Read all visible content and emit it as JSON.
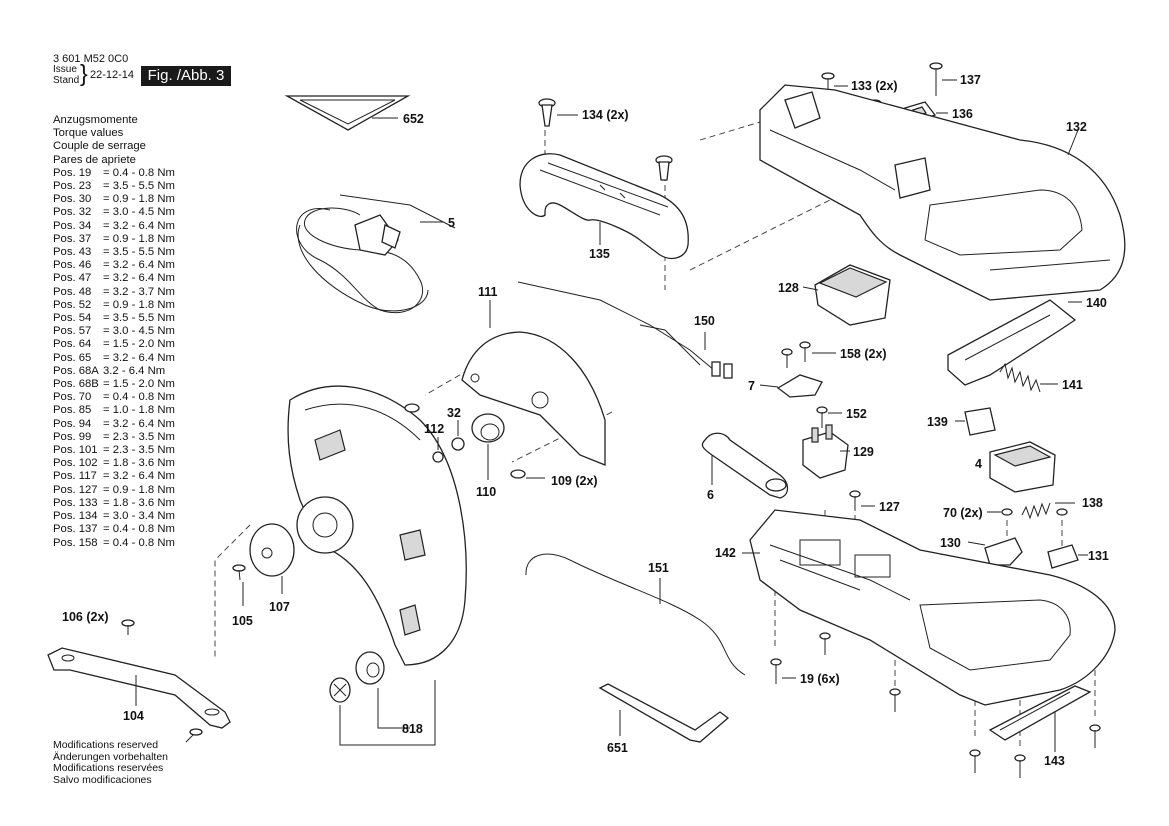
{
  "header": {
    "doc_code": "3 601 M52 0C0",
    "issue_line1": "Issue",
    "issue_line2": "Stand",
    "issue_date": "22-12-14",
    "figure": "Fig. /Abb. 3"
  },
  "torque": {
    "headings": [
      "Anzugsmomente",
      "Torque values",
      "Couple de serrage",
      "Pares de apriete"
    ],
    "rows": [
      {
        "pos": "Pos. 19",
        "value": "= 0.4 - 0.8 Nm"
      },
      {
        "pos": "Pos. 23",
        "value": "= 3.5 - 5.5 Nm"
      },
      {
        "pos": "Pos. 30",
        "value": "= 0.9 - 1.8 Nm"
      },
      {
        "pos": "Pos. 32",
        "value": "= 3.0 - 4.5 Nm"
      },
      {
        "pos": "Pos. 34",
        "value": "= 3.2 - 6.4 Nm"
      },
      {
        "pos": "Pos. 37",
        "value": "= 0.9 - 1.8 Nm"
      },
      {
        "pos": "Pos. 43",
        "value": "= 3.5 - 5.5 Nm"
      },
      {
        "pos": "Pos. 46",
        "value": "= 3.2 - 6.4 Nm"
      },
      {
        "pos": "Pos. 47",
        "value": "= 3.2 - 6.4 Nm"
      },
      {
        "pos": "Pos. 48",
        "value": "= 3.2 - 3.7 Nm"
      },
      {
        "pos": "Pos. 52",
        "value": "= 0.9 - 1.8 Nm"
      },
      {
        "pos": "Pos. 54",
        "value": "= 3.5 - 5.5 Nm"
      },
      {
        "pos": "Pos. 57",
        "value": "= 3.0 - 4.5 Nm"
      },
      {
        "pos": "Pos. 64",
        "value": "= 1.5 - 2.0 Nm"
      },
      {
        "pos": "Pos. 65",
        "value": "= 3.2 - 6.4 Nm"
      },
      {
        "pos": "Pos. 68A",
        "value": "3.2 - 6.4 Nm"
      },
      {
        "pos": "Pos. 68B",
        "value": "= 1.5 - 2.0 Nm"
      },
      {
        "pos": "Pos. 70",
        "value": "= 0.4 - 0.8 Nm"
      },
      {
        "pos": "Pos. 85",
        "value": "= 1.0 - 1.8 Nm"
      },
      {
        "pos": "Pos. 94",
        "value": "= 3.2 - 6.4 Nm"
      },
      {
        "pos": "Pos. 99",
        "value": "= 2.3 - 3.5 Nm"
      },
      {
        "pos": "Pos. 101",
        "value": "= 2.3 - 3.5 Nm"
      },
      {
        "pos": "Pos. 102",
        "value": "= 1.8 - 3.6 Nm"
      },
      {
        "pos": "Pos. 117",
        "value": "= 3.2 - 6.4 Nm"
      },
      {
        "pos": "Pos. 127",
        "value": "= 0.9 - 1.8 Nm"
      },
      {
        "pos": "Pos. 133",
        "value": "= 1.8 - 3.6 Nm"
      },
      {
        "pos": "Pos. 134",
        "value": "= 3.0 - 3.4 Nm"
      },
      {
        "pos": "Pos. 137",
        "value": "= 0.4 - 0.8 Nm"
      },
      {
        "pos": "Pos. 158",
        "value": "= 0.4 - 0.8 Nm"
      }
    ]
  },
  "notes": [
    "Modifications reserved",
    "Änderungen vorbehalten",
    "Modifications reservées",
    "Salvo modificaciones"
  ],
  "callouts": {
    "c652": "652",
    "c5": "5",
    "c134": "134 (2x)",
    "c135": "135",
    "c133": "133 (2x)",
    "c137": "137",
    "c136": "136",
    "c132": "132",
    "c128": "128",
    "c140": "140",
    "c141": "141",
    "c150": "150",
    "c111": "111",
    "c158": "158 (2x)",
    "c7": "7",
    "c152": "152",
    "c139": "139",
    "c129": "129",
    "c4": "4",
    "c6": "6",
    "c32": "32",
    "c112": "112",
    "c110": "110",
    "c109": "109 (2x)",
    "c127": "127",
    "c138": "138",
    "c70": "70 (2x)",
    "c130": "130",
    "c131": "131",
    "c142": "142",
    "c151": "151",
    "c19": "19 (6x)",
    "c143": "143",
    "c651": "651",
    "c106": "106 (2x)",
    "c105": "105",
    "c107": "107",
    "c104": "104",
    "c818": "818"
  }
}
